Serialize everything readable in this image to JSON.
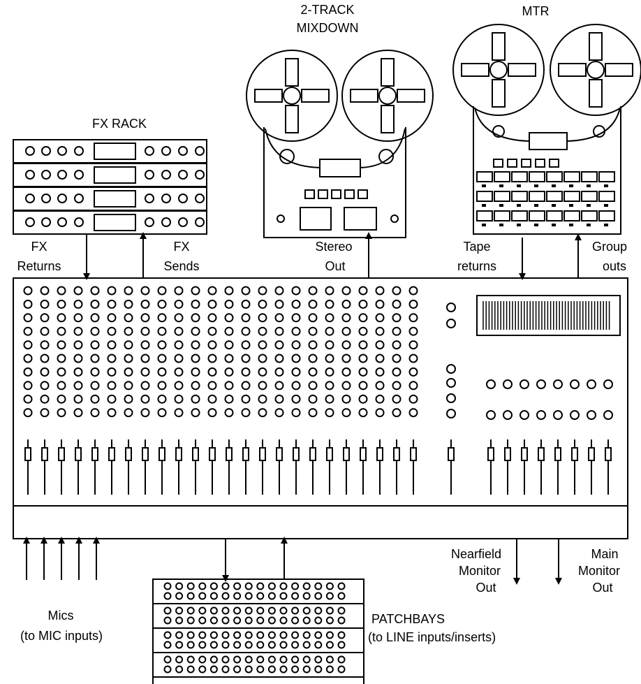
{
  "labels": {
    "fx_rack": "FX RACK",
    "two_track_line1": "2-TRACK",
    "two_track_line2": "MIXDOWN",
    "mtr": "MTR",
    "fx_returns_line1": "FX",
    "fx_returns_line2": "Returns",
    "fx_sends_line1": "FX",
    "fx_sends_line2": "Sends",
    "stereo_out_line1": "Stereo",
    "stereo_out_line2": "Out",
    "tape_returns_line1": "Tape",
    "tape_returns_line2": "returns",
    "group_outs_line1": "Group",
    "group_outs_line2": "outs",
    "mics_line1": "Mics",
    "mics_line2": "(to MIC inputs)",
    "patchbays_line1": "PATCHBAYS",
    "patchbays_line2": "(to LINE inputs/inserts)",
    "nearfield_line1": "Nearfield",
    "nearfield_line2": "Monitor",
    "nearfield_line3": "Out",
    "main_monitor_line1": "Main",
    "main_monitor_line2": "Monitor",
    "main_monitor_line3": "Out"
  },
  "colors": {
    "stroke": "#000000",
    "background": "#ffffff"
  }
}
